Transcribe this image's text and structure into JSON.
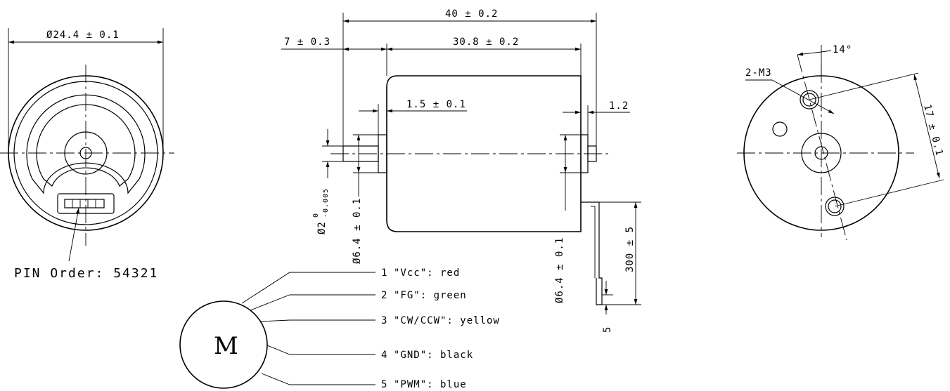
{
  "left_view": {
    "diameter_label": "Ø24.4 ± 0.1",
    "pin_order_label": "PIN Order: 54321"
  },
  "side_view": {
    "overall_length": "40 ± 0.2",
    "shaft_length": "7 ± 0.3",
    "body_length": "30.8 ± 0.2",
    "boss_length": "1.5 ± 0.1",
    "rear_boss_length": "1.2",
    "shaft_diameter": "Ø2",
    "shaft_tol_upper": "0",
    "shaft_tol_lower": "-0.005",
    "front_boss_diameter": "Ø6.4 ± 0.1",
    "rear_boss_diameter": "Ø6.4 ± 0.1",
    "lead_length": "300 ± 5",
    "lead_end": "5"
  },
  "right_view": {
    "holes_label": "2-M3",
    "angle_label": "14°",
    "hole_spacing": "17 ± 0.1"
  },
  "wiring": {
    "motor_label": "M",
    "wires": [
      {
        "num": "1",
        "text": "\"Vcc\": red"
      },
      {
        "num": "2",
        "text": "\"FG\": green"
      },
      {
        "num": "3",
        "text": "\"CW/CCW\": yellow"
      },
      {
        "num": "4",
        "text": "\"GND\": black"
      },
      {
        "num": "5",
        "text": "\"PWM\": blue"
      }
    ]
  }
}
